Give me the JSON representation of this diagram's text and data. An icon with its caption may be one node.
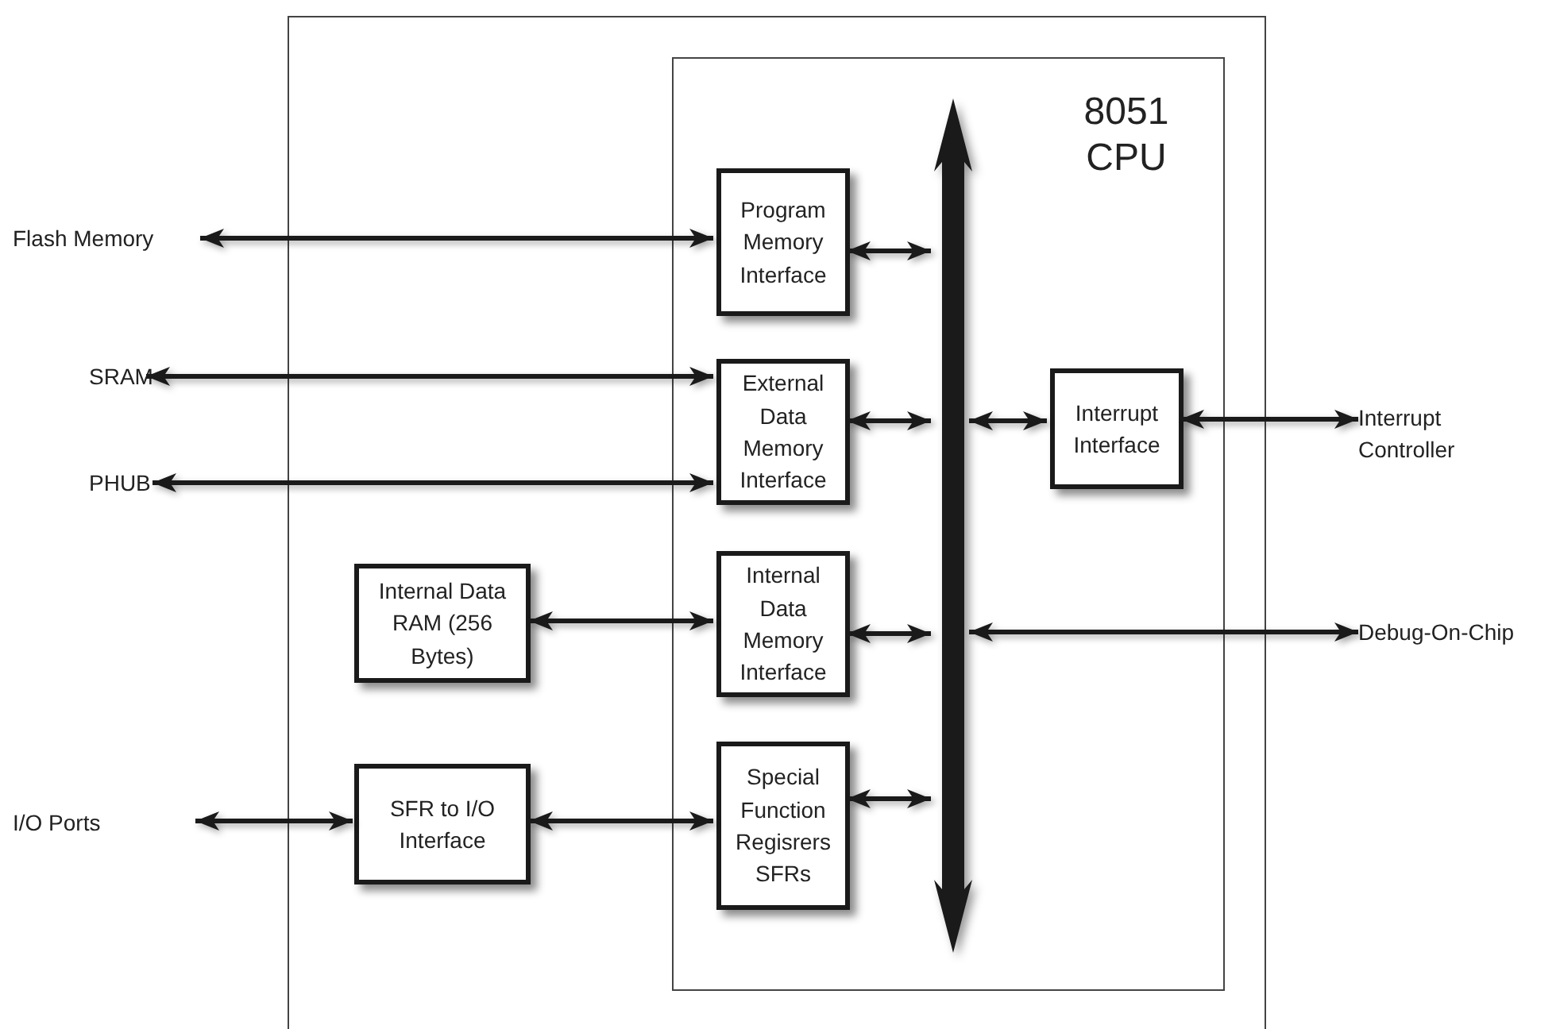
{
  "diagram": {
    "nodes": [
      {
        "text": [],
        "shape": "box"
      },
      {
        "text": [
          "8051 CPU"
        ],
        "in": 0
      },
      {
        "text": [],
        "shape": "bar",
        "in": 1
      },
      {
        "text": [
          "Program Memory Interface"
        ],
        "in": 1
      },
      {
        "text": [
          "External Data Memory Interface"
        ],
        "in": 1
      },
      {
        "text": [
          "Internal Data Memory Interface"
        ],
        "in": 1
      },
      {
        "text": [
          "Special Function Regisrers SFRs"
        ],
        "in": 1
      },
      {
        "text": [
          "Interrupt Interface"
        ],
        "in": 1
      },
      {
        "text": [
          "Internal Data RAM (256 Bytes)"
        ],
        "in": 0
      },
      {
        "text": [
          "SFR to I/O Interface"
        ],
        "in": 0
      },
      {
        "text": [
          "Flash Memory"
        ]
      },
      {
        "text": [
          "SRAM"
        ]
      },
      {
        "text": [
          "PHUB"
        ]
      },
      {
        "text": [
          "I/O Ports"
        ]
      },
      {
        "text": [
          "Interrupt Controller"
        ]
      },
      {
        "text": [
          "Debug-On-Chip"
        ]
      }
    ],
    "edges": [
      {
        "from": 10,
        "to": 3,
        "arrow": "both"
      },
      {
        "from": 11,
        "to": 4,
        "arrow": "both"
      },
      {
        "from": 12,
        "to": 4,
        "arrow": "both"
      },
      {
        "from": 3,
        "to": 2,
        "arrow": "both"
      },
      {
        "from": 4,
        "to": 2,
        "arrow": "both"
      },
      {
        "from": 5,
        "to": 2,
        "arrow": "both"
      },
      {
        "from": 6,
        "to": 2,
        "arrow": "both"
      },
      {
        "from": 2,
        "to": 7,
        "arrow": "both"
      },
      {
        "from": 7,
        "to": 14,
        "arrow": "both"
      },
      {
        "from": 2,
        "to": 15,
        "arrow": "both"
      },
      {
        "from": 8,
        "to": 5,
        "arrow": "both"
      },
      {
        "from": 9,
        "to": 6,
        "arrow": "both"
      },
      {
        "from": 13,
        "to": 9,
        "arrow": "both"
      }
    ]
  }
}
